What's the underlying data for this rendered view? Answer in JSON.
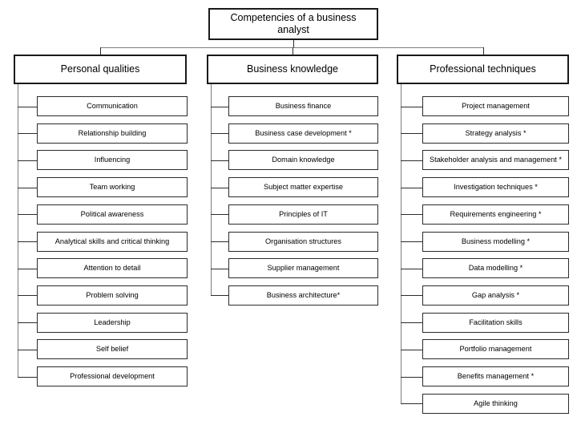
{
  "diagram": {
    "title": "Competencies of a business analyst",
    "columns": [
      {
        "heading": "Personal qualities",
        "items": [
          "Communication",
          "Relationship building",
          "Influencing",
          "Team working",
          "Political awareness",
          "Analytical skills and critical thinking",
          "Attention to detail",
          "Problem solving",
          "Leadership",
          "Self belief",
          "Professional development"
        ]
      },
      {
        "heading": "Business knowledge",
        "items": [
          "Business finance",
          "Business case development *",
          "Domain knowledge",
          "Subject matter expertise",
          "Principles of IT",
          "Organisation structures",
          "Supplier management",
          "Business architecture*"
        ]
      },
      {
        "heading": "Professional techniques",
        "items": [
          "Project management",
          "Strategy analysis *",
          "Stakeholder analysis and management *",
          "Investigation techniques *",
          "Requirements engineering *",
          "Business modelling *",
          "Data modelling *",
          "Gap analysis *",
          "Facilitation skills",
          "Portfolio management",
          "Benefits management *",
          "Agile thinking"
        ]
      }
    ]
  },
  "colors": {
    "box_border": "#1a1a1a",
    "leaf_border": "#2b2b2b",
    "connector": "#7d7d7d",
    "background": "#ffffff"
  }
}
